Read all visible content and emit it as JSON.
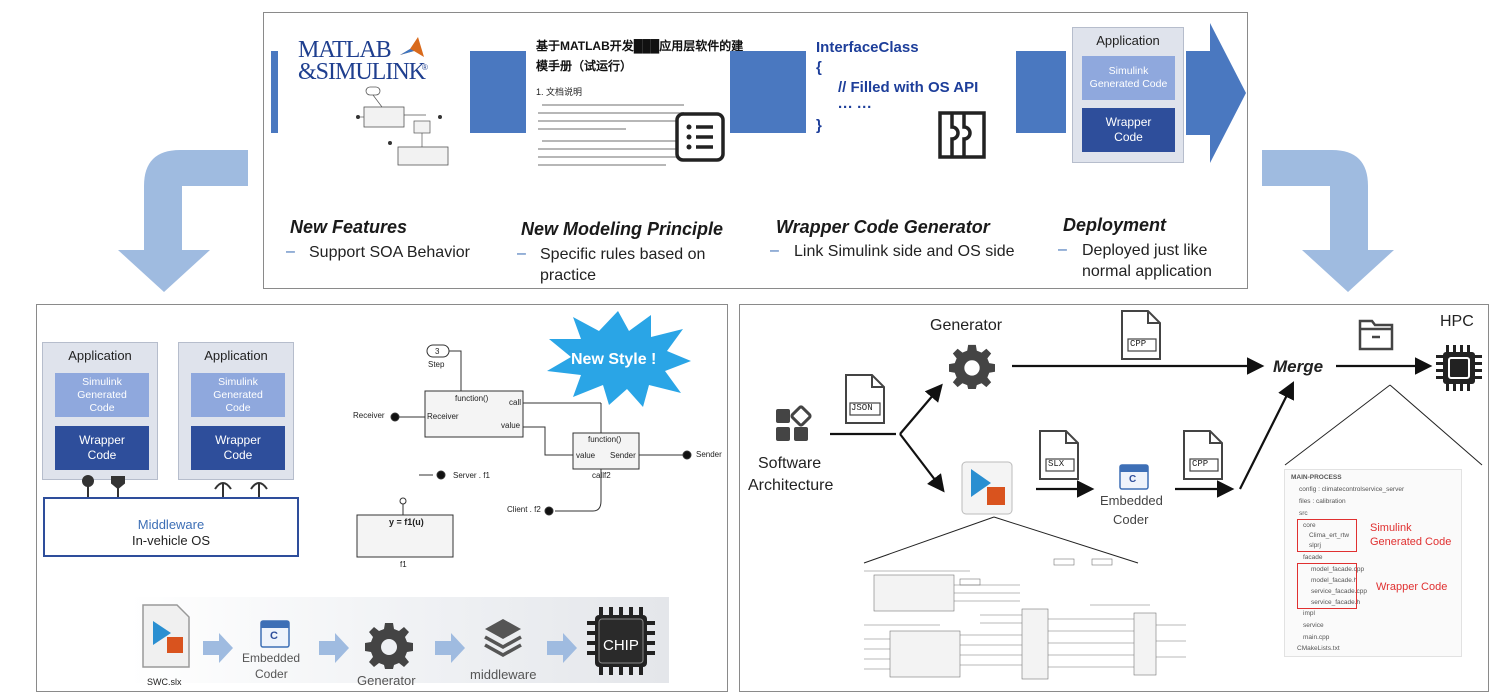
{
  "top": {
    "matlab_logo_line1": "MATLAB",
    "matlab_logo_line2": "&SIMULINK",
    "matlab_logo_trademark": "®",
    "doc_title_line1": "基于MATLAB开发███应用层软件的建",
    "doc_title_line2": "模手册（试运行）",
    "doc_section": "1. 文档说明",
    "code_line1": "InterfaceClass",
    "code_line2": "{",
    "code_line3": "// Filled with OS API",
    "code_line4": "··· ···",
    "code_line5": "}",
    "deploy_app_title": "Application",
    "deploy_sim": "Simulink Generated Code",
    "deploy_wrapper": "Wrapper Code",
    "features": [
      {
        "title": "New Features",
        "desc": "Support SOA Behavior"
      },
      {
        "title": "New Modeling Principle",
        "desc": "Specific rules based on practice"
      },
      {
        "title": "Wrapper Code Generator",
        "desc": "Link Simulink side and OS side"
      },
      {
        "title": "Deployment",
        "desc": "Deployed just like normal application"
      }
    ]
  },
  "left": {
    "app1_title": "Application",
    "app1_sim": "Simulink Generated Code",
    "app1_wrapper": "Wrapper Code",
    "app2_title": "Application",
    "app2_sim": "Simulink Generated Code",
    "app2_wrapper": "Wrapper Code",
    "middleware": "Middleware",
    "os": "In-vehicle OS",
    "new_style": "New Style !",
    "sl_step_value": "3",
    "sl_step": "Step",
    "sl_receiver": "Receiver",
    "sl_function1": "function()",
    "sl_receiver_port": "Receiver",
    "sl_call": "call",
    "sl_value": "value",
    "sl_function2": "function()",
    "sl_value2": "value",
    "sl_sender_port": "Sender",
    "sl_callf2": "callf2",
    "sl_sender": "Sender",
    "sl_server": "Server . f1",
    "sl_client": "Client . f2",
    "sl_fblock": "y = f1(u)",
    "sl_f1": "f1",
    "flow_swc": "SWC.slx",
    "flow_coder_line1": "Embedded",
    "flow_coder_line2": "Coder",
    "flow_generator": "Generator",
    "flow_middleware": "middleware",
    "flow_chip": "CHIP",
    "coder_c": "C"
  },
  "right": {
    "generator": "Generator",
    "hpc": "HPC",
    "merge": "Merge",
    "cpp1": "CPP",
    "json": "JSON",
    "slx": "SLX",
    "cpp2": "CPP",
    "sw_arch_line1": "Software",
    "sw_arch_line2": "Architecture",
    "coder_line1": "Embedded",
    "coder_line2": "Coder",
    "coder_c": "C",
    "tree_root": "MAIN-PROCESS",
    "tree": [
      "config : climatecontrolservice_server",
      "files : calibration",
      "src",
      "core",
      "Clima_ert_rtw",
      "slprj",
      "facade",
      "model_facade.cpp",
      "model_facade.h",
      "service_facade.cpp",
      "service_facade.h",
      "impl",
      "service",
      "main.cpp",
      "CMakeLists.txt"
    ],
    "tree_sim_label": "Simulink Generated Code",
    "tree_wrap_label": "Wrapper Code"
  },
  "colors": {
    "accent_blue": "#4a78c0",
    "light_blue_arrow": "#9fbbe0",
    "sim_blue": "#8fa8dd",
    "wrapper_blue": "#2e4e9b",
    "starburst": "#2aa5e6",
    "red_highlight": "#e03030"
  }
}
